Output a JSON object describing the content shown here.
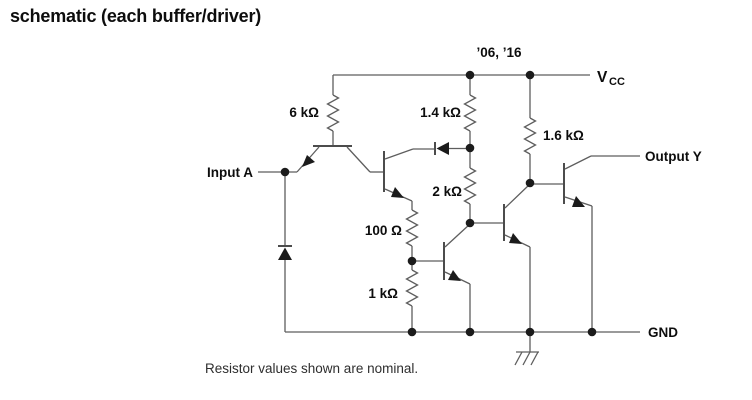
{
  "title": "schematic (each buffer/driver)",
  "caption": "Resistor values shown are nominal.",
  "schematic": {
    "variant_note": "’06, ’16",
    "power_rail": {
      "v": "V",
      "sub": "CC"
    },
    "ground_label": "GND",
    "input_label": "Input A",
    "output_label": "Output Y",
    "resistors": [
      {
        "id": "r-6k",
        "value": "6 kΩ"
      },
      {
        "id": "r-1p4k",
        "value": "1.4 kΩ"
      },
      {
        "id": "r-1p6k",
        "value": "1.6 kΩ"
      },
      {
        "id": "r-2k",
        "value": "2 kΩ"
      },
      {
        "id": "r-100",
        "value": "100 Ω"
      },
      {
        "id": "r-1k",
        "value": "1 kΩ"
      }
    ]
  },
  "colors": {
    "wire": "#5e5e5e",
    "component": "#4c4c4c",
    "node": "#1b1b1b",
    "text": "#0d0d0d",
    "background": "#ffffff"
  }
}
